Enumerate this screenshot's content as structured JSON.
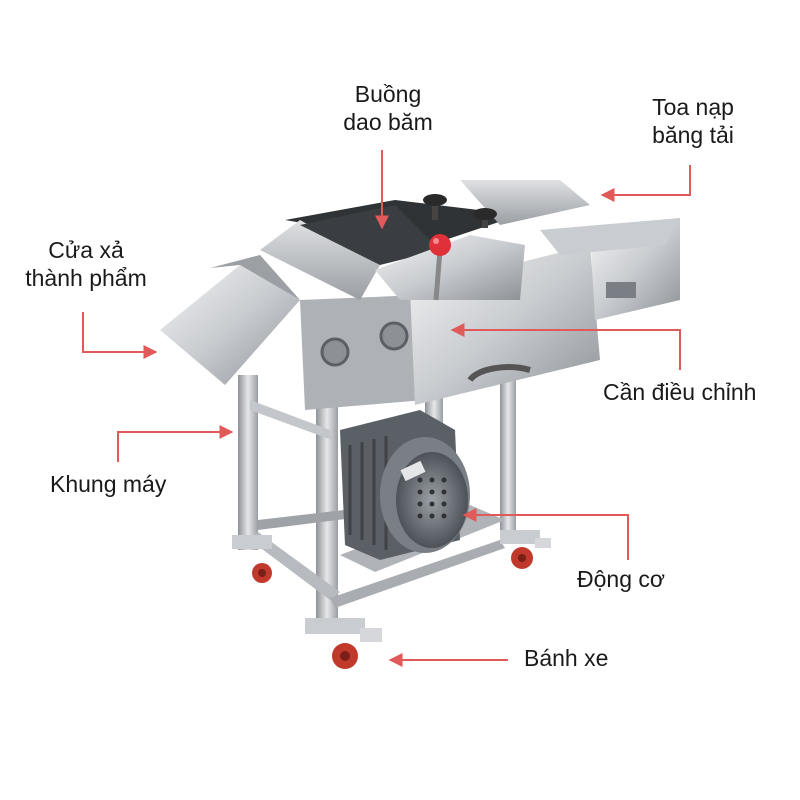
{
  "labels": {
    "knife_chamber": {
      "line1": "Buồng",
      "line2": "dao băm"
    },
    "feed_tray": {
      "line1": "Toa nạp",
      "line2": "băng tải"
    },
    "outlet": {
      "line1": "Cửa xả",
      "line2": "thành phẩm"
    },
    "lever": {
      "text": "Cần điều chỉnh"
    },
    "frame": {
      "text": "Khung máy"
    },
    "motor": {
      "text": "Động cơ"
    },
    "wheel": {
      "text": "Bánh xe"
    }
  },
  "colors": {
    "arrow": "#e05a5a",
    "steel_light": "#e8e9eb",
    "steel_mid": "#b9bcc0",
    "steel_dark": "#6f7378",
    "motor_body": "#5b6067",
    "knob_red": "#e0303a",
    "wheel_red": "#c0392b"
  }
}
